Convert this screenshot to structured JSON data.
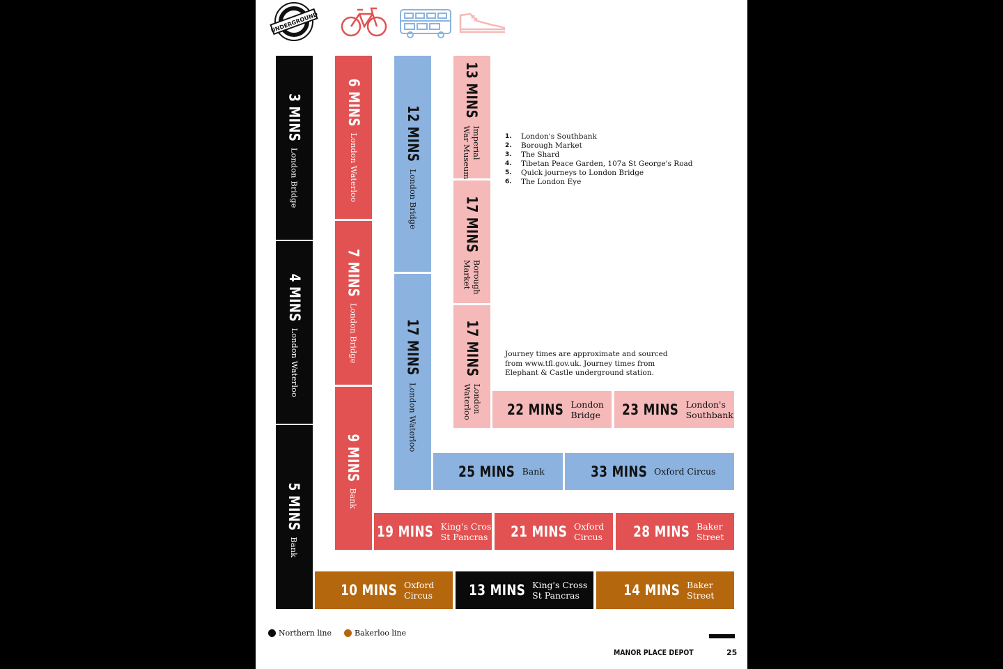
{
  "icons": [
    "underground-roundel-icon",
    "bicycle-icon",
    "bus-icon",
    "sneaker-icon"
  ],
  "roundel_text": "UNDERGROUND",
  "colors": {
    "northern": "#0a0a0a",
    "bakerloo": "#b5670e",
    "cycle": "#e25252",
    "bus": "#8cb3e0",
    "walk": "#f4b9b8"
  },
  "underground_column": [
    {
      "time": "3 MINS",
      "place": "London Bridge"
    },
    {
      "time": "4 MINS",
      "place": "London Waterloo"
    },
    {
      "time": "5 MINS",
      "place": "Bank"
    }
  ],
  "underground_row": [
    {
      "time": "10 MINS",
      "place1": "Oxford",
      "place2": "Circus"
    },
    {
      "time": "13 MINS",
      "place1": "King's Cross",
      "place2": "St Pancras"
    },
    {
      "time": "14 MINS",
      "place1": "Baker",
      "place2": "Street"
    }
  ],
  "cycle_column": [
    {
      "time": "6 MINS",
      "place": "London Waterloo"
    },
    {
      "time": "7 MINS",
      "place": "London Bridge"
    },
    {
      "time": "9 MINS",
      "place": "Bank"
    }
  ],
  "cycle_row": [
    {
      "time": "19 MINS",
      "place1": "King's Cross",
      "place2": "St Pancras"
    },
    {
      "time": "21 MINS",
      "place1": "Oxford",
      "place2": "Circus"
    },
    {
      "time": "28 MINS",
      "place1": "Baker",
      "place2": "Street"
    }
  ],
  "bus_column": [
    {
      "time": "12 MINS",
      "place": "London Bridge"
    },
    {
      "time": "17 MINS",
      "place": "London Waterloo"
    }
  ],
  "bus_row": [
    {
      "time": "25 MINS",
      "place": "Bank"
    },
    {
      "time": "33 MINS",
      "place": "Oxford Circus"
    }
  ],
  "walk_column": [
    {
      "time": "13 MINS",
      "place1": "Imperial",
      "place2": "War Museum"
    },
    {
      "time": "17 MINS",
      "place1": "Borough",
      "place2": "Market"
    },
    {
      "time": "17 MINS",
      "place1": "London",
      "place2": "Waterloo"
    }
  ],
  "walk_row": [
    {
      "time": "22 MINS",
      "place1": "London",
      "place2": "Bridge"
    },
    {
      "time": "23 MINS",
      "place1": "London's",
      "place2": "Southbank"
    }
  ],
  "numbered_list": [
    {
      "num": "1.",
      "text": "London's Southbank"
    },
    {
      "num": "2.",
      "text": "Borough Market"
    },
    {
      "num": "3.",
      "text": "The Shard"
    },
    {
      "num": "4.",
      "text": "Tibetan Peace Garden, 107a St George's Road"
    },
    {
      "num": "5.",
      "text": "Quick journeys to London Bridge"
    },
    {
      "num": "6.",
      "text": "The London Eye"
    }
  ],
  "note": "Journey times are approximate and sourced from www.tfl.gov.uk. Journey times from Elephant & Castle underground station.",
  "legend": {
    "northern": "Northern line",
    "bakerloo": "Bakerloo line"
  },
  "footer": {
    "title": "MANOR PLACE DEPOT",
    "page": "25"
  }
}
